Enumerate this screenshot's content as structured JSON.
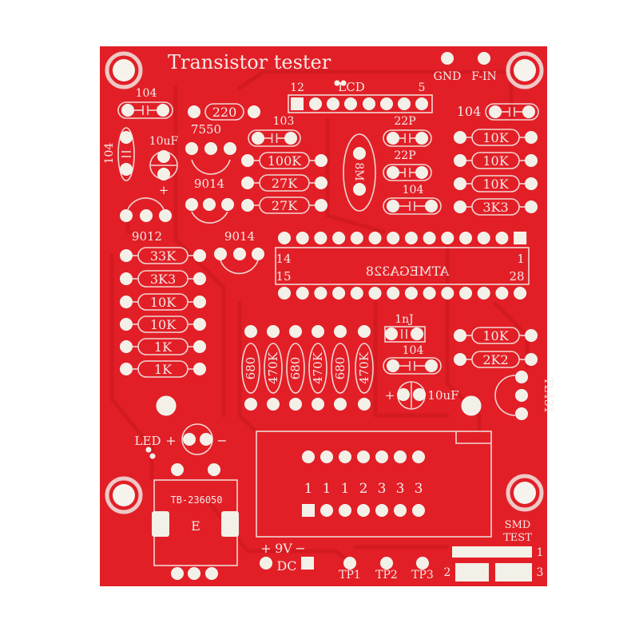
{
  "colors": {
    "board": "#e21f27",
    "silkscreen": "#f6e9e6",
    "pad": "#f3f0e8",
    "trace": "#c9151d"
  },
  "header": {
    "title": "Transistor tester",
    "gnd": "GND",
    "f_in": "F-IN"
  },
  "lcd": {
    "pin_first": "12",
    "label": "LCD",
    "pin_last": "5"
  },
  "top_left": {
    "cap_104_h": "104",
    "res_220": "220",
    "reg_7550": "7550",
    "cap_104_v": "104",
    "cap_10uf": "10uF",
    "cap_plus": "+",
    "t_9014_a": "9014",
    "t_9012": "9012",
    "t_9014_b": "9014"
  },
  "center": {
    "cap_103": "103",
    "res": [
      "100K",
      "27K",
      "27K"
    ],
    "crystal": "8M",
    "cap_22p_a": "22P",
    "cap_22p_b": "22P",
    "cap_104": "104"
  },
  "right": {
    "cap_104": "104",
    "res": [
      "10K",
      "10K",
      "10K",
      "3K3"
    ]
  },
  "mcu": {
    "name": "ATMEGA328",
    "pin14": "14",
    "pin15": "15",
    "pin1": "1",
    "pin28": "28"
  },
  "left_res": [
    "33K",
    "3K3",
    "10K",
    "10K",
    "1K",
    "1K"
  ],
  "vertical_res": [
    "680",
    "470K",
    "680",
    "470K",
    "680",
    "470K"
  ],
  "lower_right": {
    "cap_1nj": "1nJ",
    "cap_104": "104",
    "res": [
      "10K",
      "2K2"
    ],
    "ref": "TL431",
    "cap_plus": "+",
    "cap_10uf": "10uF"
  },
  "led": {
    "label": "LED",
    "plus": "+",
    "minus": "−"
  },
  "encoder": {
    "part": "TB-236050",
    "pin": "E"
  },
  "socket": {
    "pin_groups": [
      "1",
      "1",
      "1",
      "2",
      "3",
      "3",
      "3"
    ]
  },
  "power": {
    "plus": "+",
    "voltage": "9V",
    "minus": "−",
    "dc": "DC"
  },
  "test_points": [
    "TP1",
    "TP2",
    "TP3"
  ],
  "smd": {
    "line1": "SMD",
    "line2": "TEST",
    "pads": [
      "1",
      "2",
      "3"
    ]
  }
}
